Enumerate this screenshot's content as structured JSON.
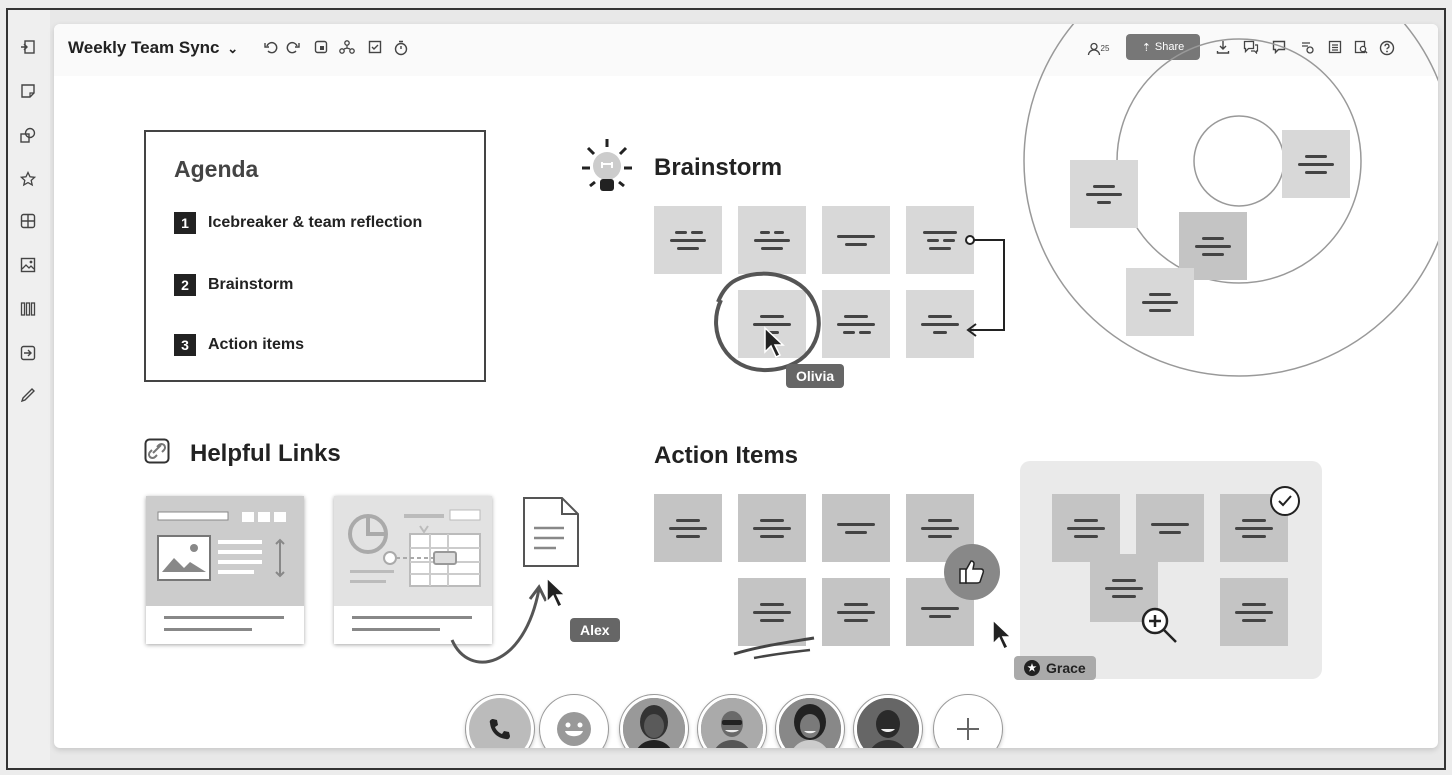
{
  "toolbar": {
    "title": "Weekly Team Sync",
    "title_dropdown": "⌄",
    "participant_count": "25",
    "share_label": "Share"
  },
  "agenda": {
    "title": "Agenda",
    "items": [
      {
        "num": "1",
        "label": "Icebreaker & team reflection"
      },
      {
        "num": "2",
        "label": "Brainstorm"
      },
      {
        "num": "3",
        "label": "Action items"
      }
    ]
  },
  "brainstorm": {
    "title": "Brainstorm"
  },
  "helpful_links": {
    "title": "Helpful Links"
  },
  "action_items": {
    "title": "Action Items"
  },
  "cursors": {
    "olivia": "Olivia",
    "alex": "Alex",
    "grace": "Grace"
  },
  "icons": {
    "left_toolbar": [
      "sidebar-toggle-icon",
      "sticky-note-icon",
      "shapes-icon",
      "star-icon",
      "grid-icon",
      "image-icon",
      "templates-icon",
      "upload-icon",
      "pen-icon"
    ],
    "top_tools": [
      "undo-icon",
      "redo-icon",
      "frame-icon",
      "mind-map-icon",
      "select-icon",
      "timer-icon"
    ],
    "top_right": [
      "download-icon",
      "comments-icon",
      "chat-icon",
      "layers-icon",
      "list-icon",
      "zoom-icon",
      "help-icon"
    ]
  },
  "call_bar": [
    "phone-icon",
    "emoji-icon",
    "participant-1-avatar",
    "participant-2-avatar",
    "participant-3-avatar",
    "participant-4-avatar",
    "add-participant-icon"
  ],
  "colors": {
    "accent": "#777777",
    "sticky": "#d8d8d8",
    "ink": "#222222"
  }
}
